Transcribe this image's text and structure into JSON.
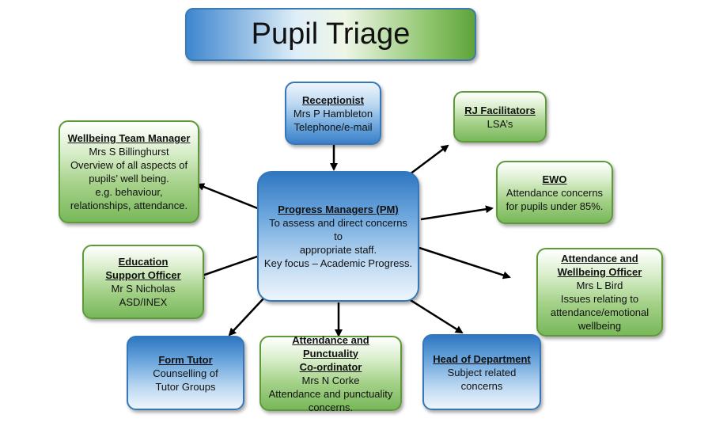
{
  "title": "Pupil Triage",
  "colors": {
    "green_border": "#5e9a3a",
    "blue_border": "#3577b9",
    "arrow": "#000000"
  },
  "boxes": {
    "receptionist": {
      "title": "Receptionist",
      "lines": [
        "Mrs P Hambleton",
        "Telephone/e-mail"
      ]
    },
    "rj": {
      "title": "RJ Facilitators",
      "lines": [
        "LSA’s"
      ]
    },
    "wellbeing_mgr": {
      "title": "Wellbeing Team Manager",
      "lines": [
        "Mrs S Billinghurst",
        "Overview of all aspects of",
        "pupils’ well being.",
        "e.g. behaviour,",
        "relationships, attendance."
      ]
    },
    "ewo": {
      "title": "EWO",
      "lines": [
        "Attendance concerns",
        "for pupils under 85%."
      ]
    },
    "pm": {
      "title": "Progress Managers (PM)",
      "lines": [
        "To assess and direct concerns to",
        "appropriate staff.",
        "Key focus – Academic Progress."
      ]
    },
    "eso": {
      "title_lines": [
        "Education",
        "Support Officer"
      ],
      "lines": [
        "Mr S Nicholas",
        "ASD/INEX"
      ]
    },
    "awo": {
      "title_lines": [
        "Attendance and",
        "Wellbeing Officer"
      ],
      "lines": [
        "Mrs L Bird",
        "Issues relating to",
        "attendance/emotional",
        "wellbeing"
      ]
    },
    "form_tutor": {
      "title": "Form Tutor",
      "lines": [
        "Counselling of",
        "Tutor Groups"
      ]
    },
    "apc": {
      "title_lines": [
        "Attendance and Punctuality",
        "Co-ordinator"
      ],
      "lines": [
        "Mrs N Corke",
        "Attendance and punctuality",
        "concerns."
      ]
    },
    "hod": {
      "title": "Head of Department",
      "lines": [
        "Subject related",
        "concerns"
      ]
    }
  }
}
